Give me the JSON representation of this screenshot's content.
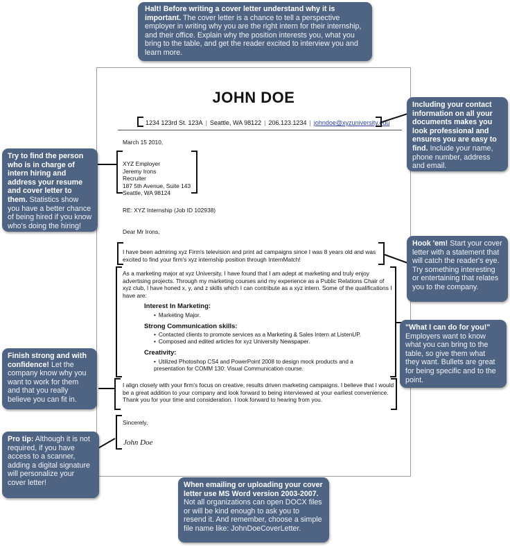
{
  "letter": {
    "name": "JOHN DOE",
    "contact": {
      "address": "1234 123rd St. 123A",
      "city": "Seattle, WA 98122",
      "phone": "206.123.1234",
      "email": "johndoe@xyzuniversity.edu"
    },
    "date": "March 15 2010,",
    "recipient": [
      "XYZ Employer",
      "Jeremy Irons",
      "Recruiter",
      "187 5th Avenue, Suite 143",
      "Seattle, WA 98124"
    ],
    "re": "RE: XYZ Internship (Job ID 102938)",
    "salutation": "Dear Mr Irons,",
    "hook": "I have been admiring xyz Firm's television and print ad campaigns since I was 8 years old and was excited to find your firm's xyz internship position through InternMatch!",
    "body_intro": "As a marketing major at xyz University, I have found that I am adept at marketing and truly enjoy advertising projects. Through my marketing courses and my experience as a Public Relations Chair of xyz club, I have honed x, y, and z skills which I can contribute as a xyz intern. Some of the qualifications I have are:",
    "sections": [
      {
        "heading": "Interest In Marketing:",
        "bullets": [
          "Marketing Major."
        ]
      },
      {
        "heading": "Strong Communication skills:",
        "bullets": [
          "Contacted clients to promote services as a Marketing & Sales Intern at ListenUP.",
          "Composed and edited articles for xyz University Newspaper."
        ]
      },
      {
        "heading": "Creativity:",
        "bullets": [
          "Utilized Photoshop CS4 and PowerPoint 2008 to design mock products and a presentation for COMM 130: Visual Communication course."
        ]
      }
    ],
    "closing_paragraph": "I align closely with your firm's focus on creative, results driven marketing campaigns. I believe that I would be a great addition to your company and look forward to being interviewed at your earliest convenience. Thank you for your time and consideration. I look forward to hearing from you.",
    "signoff": "Sincerely,",
    "signature": "John Doe"
  },
  "callouts": {
    "top": {
      "bold": "Halt! Before writing a cover letter understand why it is important.",
      "text": " The cover letter is a chance to tell a perspective employer in writing why you are the right intern for their internship, and their office. Explain why the position interests you, what you bring to the table, and get the reader excited to interview you and learn more."
    },
    "contact": {
      "bold": "Including your contact information on all your documents makes you look professional and ensures you are easy to find.",
      "text": " Include your name, phone number, address and email."
    },
    "person": {
      "bold": "Try to find the person who is in charge of intern hiring and address your resume and cover letter to them.",
      "text": " Statistics show you have a better chance of being hired if you know who's doing the hiring!"
    },
    "hook": {
      "bold": "Hook 'em!",
      "text": " Start your cover letter with a statement that will catch the reader's eye. Try something interesting or entertaining that relates you to the company."
    },
    "whatido": {
      "bold": "\"What I can do for you!\"",
      "text": " Employers want to know what you can bring to the table, so give them what they want. Bullets are great for being specific and to the point."
    },
    "finish": {
      "bold": "Finish strong and with confidence!",
      "text": " Let the company know why you want to work for them and that you really believe you can fit in."
    },
    "protip": {
      "bold": "Pro tip:",
      "text": " Although it is not required, if you have access to a scanner, adding a digital signature will personalize your cover letter!"
    },
    "email": {
      "bold": "When emailing or uploading your cover letter use MS Word version 2003-2007.",
      "text": " Not all organizations can open DOCX files or will be kind enough to ask you to resend it. And remember, choose a simple file name like: JohnDoeCoverLetter."
    }
  },
  "colors": {
    "callout_bg": "#4f6383",
    "email_link": "#2a3f9b"
  }
}
